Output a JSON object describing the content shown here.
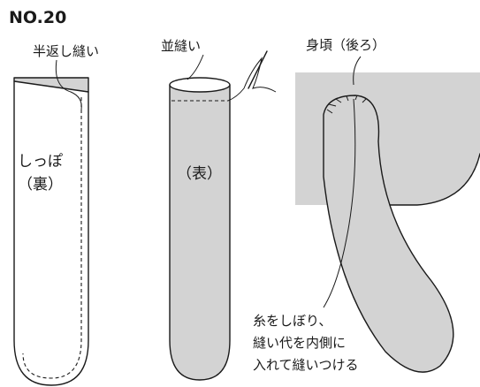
{
  "step_number": "NO.20",
  "figure1": {
    "label_stitch": "半返し縫い",
    "label_tail_line1": "しっぽ",
    "label_tail_line2": "（裏）"
  },
  "figure2": {
    "label_stitch": "並縫い",
    "label_side": "（表）"
  },
  "figure3": {
    "label_body": "身頃（後ろ）",
    "instruction_line1": "糸をしぼり、",
    "instruction_line2": "縫い代を内側に",
    "instruction_line3": "入れて縫いつける"
  },
  "colors": {
    "fabric_grey": "#d3d3d3",
    "line": "#1a1a1a"
  }
}
